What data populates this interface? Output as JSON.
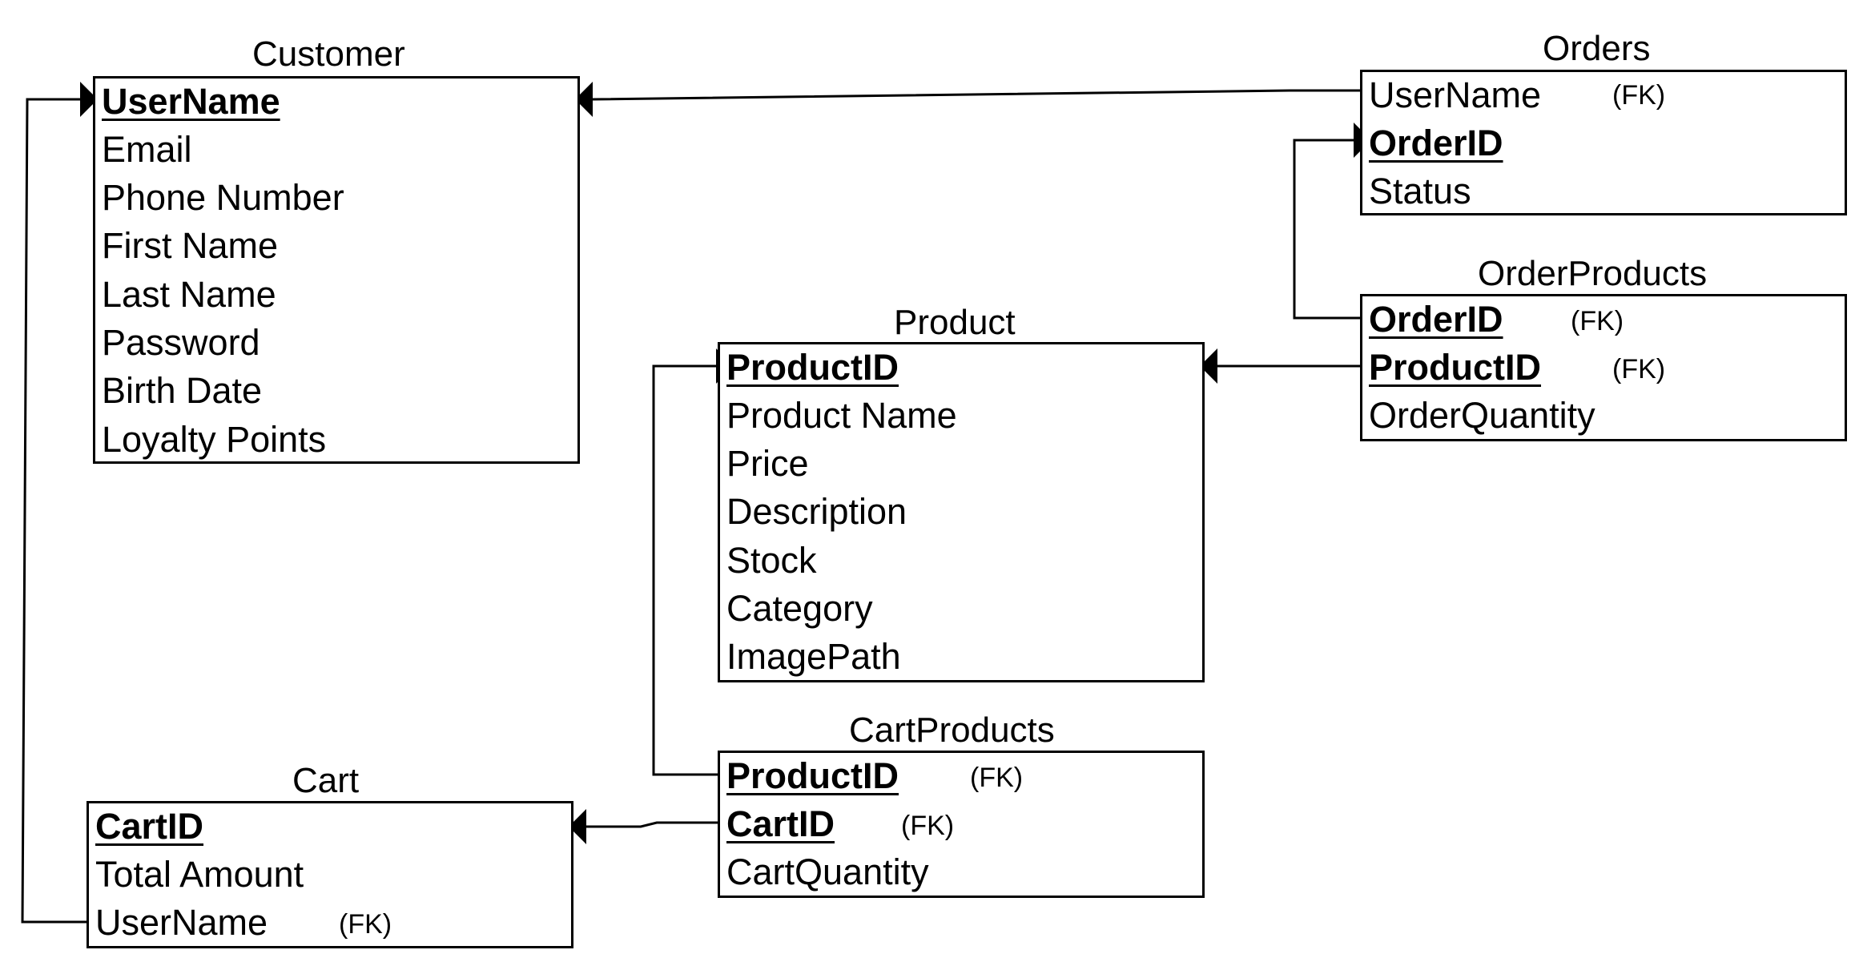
{
  "entities": {
    "customer": {
      "title": "Customer",
      "attributes": [
        "UserName",
        "Email",
        "Phone Number",
        "First Name",
        "Last Name",
        "Password",
        "Birth Date",
        "Loyalty Points"
      ]
    },
    "orders": {
      "title": "Orders",
      "attributes": [
        "UserName",
        "OrderID",
        "Status"
      ],
      "fk_label": "(FK)"
    },
    "order_products": {
      "title": "OrderProducts",
      "attributes": [
        "OrderID",
        "ProductID",
        "OrderQuantity"
      ],
      "fk_label": "(FK)"
    },
    "product": {
      "title": "Product",
      "attributes": [
        "ProductID",
        "Product Name",
        "Price",
        "Description",
        "Stock",
        "Category",
        "ImagePath"
      ]
    },
    "cart_products": {
      "title": "CartProducts",
      "attributes": [
        "ProductID",
        "CartID",
        "CartQuantity"
      ],
      "fk_label": "(FK)"
    },
    "cart": {
      "title": "Cart",
      "attributes": [
        "CartID",
        "Total Amount",
        "UserName"
      ],
      "fk_label": "(FK)"
    }
  }
}
